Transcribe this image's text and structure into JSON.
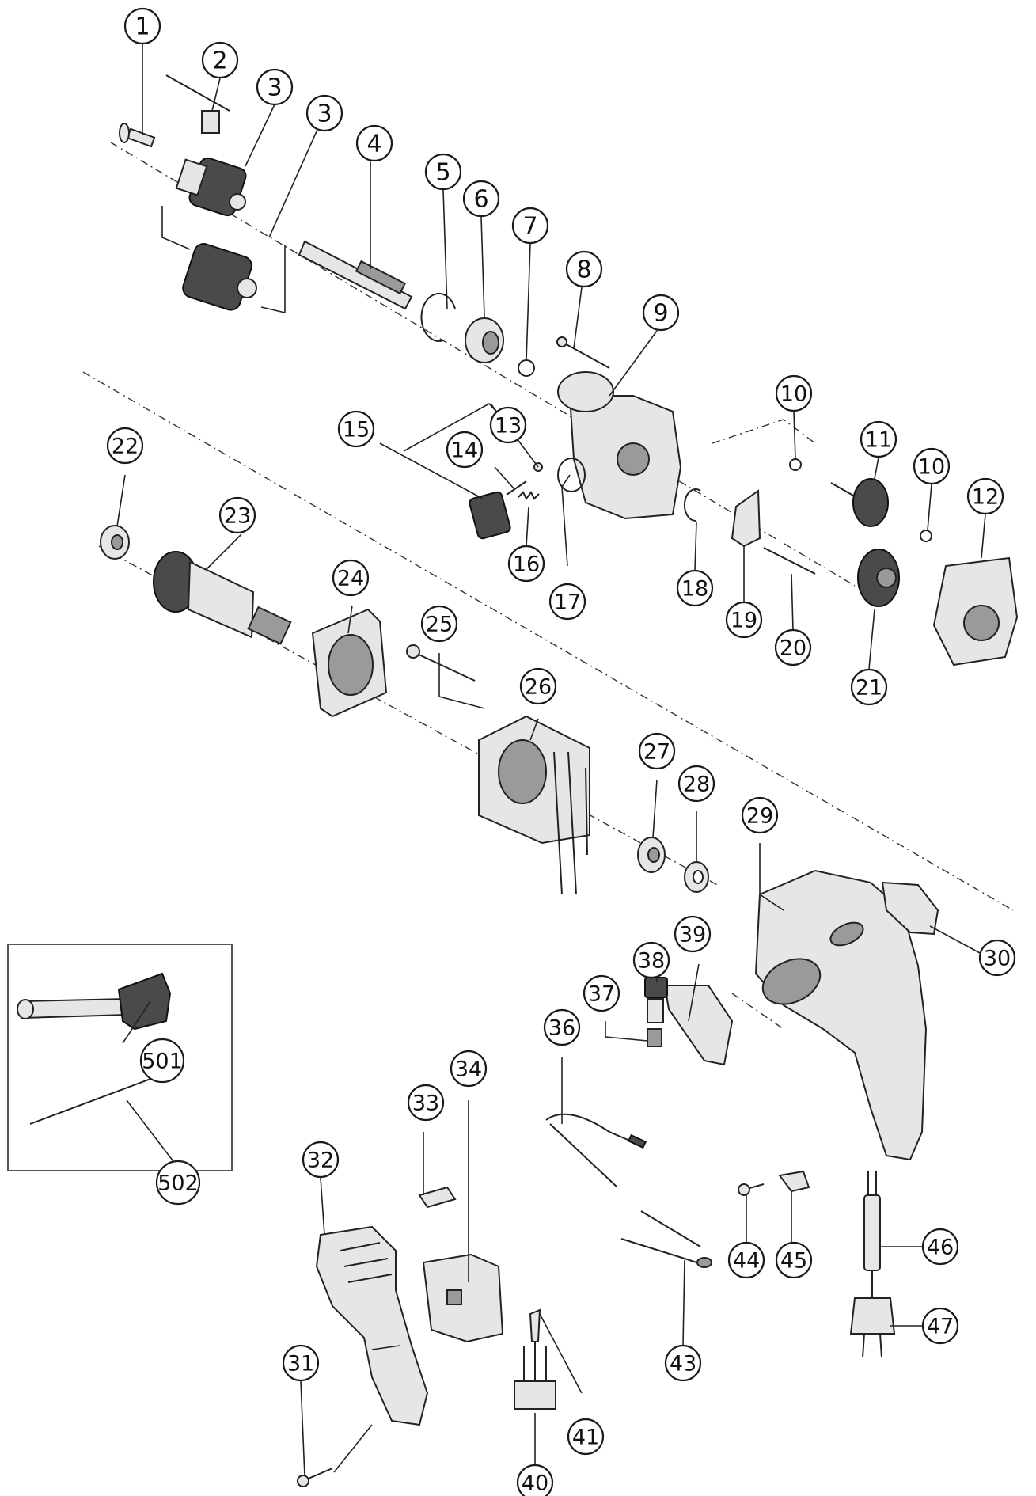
{
  "callouts": [
    {
      "label": "1"
    },
    {
      "label": "2"
    },
    {
      "label": "3"
    },
    {
      "label": "3"
    },
    {
      "label": "4"
    },
    {
      "label": "5"
    },
    {
      "label": "6"
    },
    {
      "label": "7"
    },
    {
      "label": "8"
    },
    {
      "label": "9"
    },
    {
      "label": "10"
    },
    {
      "label": "11"
    },
    {
      "label": "10"
    },
    {
      "label": "12"
    },
    {
      "label": "15"
    },
    {
      "label": "13"
    },
    {
      "label": "14"
    },
    {
      "label": "16"
    },
    {
      "label": "17"
    },
    {
      "label": "18"
    },
    {
      "label": "19"
    },
    {
      "label": "20"
    },
    {
      "label": "21"
    },
    {
      "label": "22"
    },
    {
      "label": "23"
    },
    {
      "label": "24"
    },
    {
      "label": "25"
    },
    {
      "label": "26"
    },
    {
      "label": "27"
    },
    {
      "label": "28"
    },
    {
      "label": "29"
    },
    {
      "label": "30"
    },
    {
      "label": "38"
    },
    {
      "label": "39"
    },
    {
      "label": "37"
    },
    {
      "label": "36"
    },
    {
      "label": "34"
    },
    {
      "label": "33"
    },
    {
      "label": "32"
    },
    {
      "label": "31"
    },
    {
      "label": "40"
    },
    {
      "label": "41"
    },
    {
      "label": "43"
    },
    {
      "label": "44"
    },
    {
      "label": "45"
    },
    {
      "label": "46"
    },
    {
      "label": "47"
    },
    {
      "label": "501"
    },
    {
      "label": "502"
    }
  ]
}
